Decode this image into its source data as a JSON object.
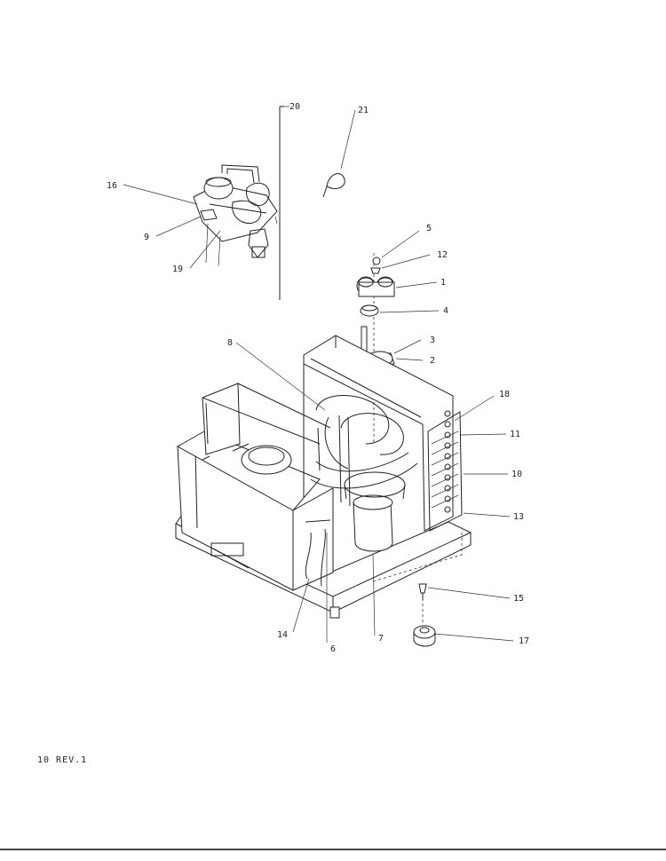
{
  "footer": {
    "code": "10 REV.1"
  },
  "callouts": [
    {
      "id": "c20",
      "label": "20"
    },
    {
      "id": "c21",
      "label": "21"
    },
    {
      "id": "c16",
      "label": "16"
    },
    {
      "id": "c9",
      "label": "9"
    },
    {
      "id": "c19",
      "label": "19"
    },
    {
      "id": "c5",
      "label": "5"
    },
    {
      "id": "c12",
      "label": "12"
    },
    {
      "id": "c1",
      "label": "1"
    },
    {
      "id": "c4",
      "label": "4"
    },
    {
      "id": "c3",
      "label": "3"
    },
    {
      "id": "c2",
      "label": "2"
    },
    {
      "id": "c8",
      "label": "8"
    },
    {
      "id": "c18",
      "label": "18"
    },
    {
      "id": "c11",
      "label": "11"
    },
    {
      "id": "c10",
      "label": "10"
    },
    {
      "id": "c13",
      "label": "13"
    },
    {
      "id": "c15",
      "label": "15"
    },
    {
      "id": "c17",
      "label": "17"
    },
    {
      "id": "c14",
      "label": "14"
    },
    {
      "id": "c6",
      "label": "6"
    },
    {
      "id": "c7",
      "label": "7"
    }
  ]
}
